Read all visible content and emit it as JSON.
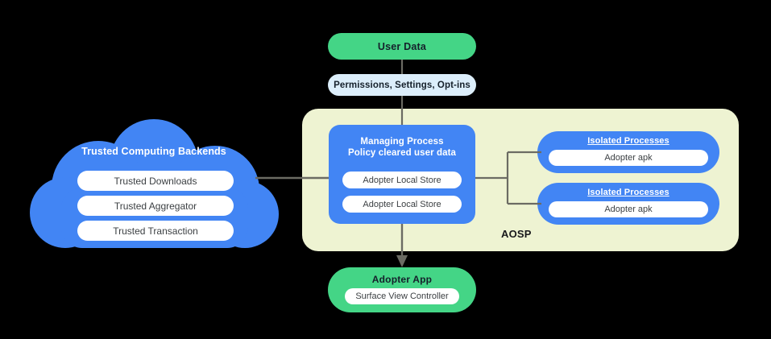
{
  "diagram": {
    "title_label": "AOSP",
    "colors": {
      "blue": "#4285F4",
      "green": "#44D586",
      "light_blue": "#DCEEFB",
      "panel_yellow": "#EEF3D2",
      "connector_gray": "#6b6b63",
      "white": "#FFFFFF",
      "background": "#000000"
    }
  },
  "user_data": {
    "label": "User Data"
  },
  "permissions": {
    "label": "Permissions,  Settings, Opt-ins"
  },
  "cloud": {
    "title": "Trusted Computing Backends",
    "items": [
      {
        "label": "Trusted Downloads"
      },
      {
        "label": "Trusted Aggregator"
      },
      {
        "label": "Trusted Transaction"
      }
    ]
  },
  "managing_process": {
    "title_line1": "Managing Process",
    "title_line2": "Policy cleared user data",
    "stores": [
      {
        "label": "Adopter Local Store"
      },
      {
        "label": "Adopter Local Store"
      }
    ]
  },
  "isolated_processes": [
    {
      "title": "Isolated Processes",
      "item": "Adopter apk"
    },
    {
      "title": "Isolated Processes",
      "item": "Adopter apk"
    }
  ],
  "adopter_app": {
    "title": "Adopter App",
    "item": "Surface View Controller"
  }
}
